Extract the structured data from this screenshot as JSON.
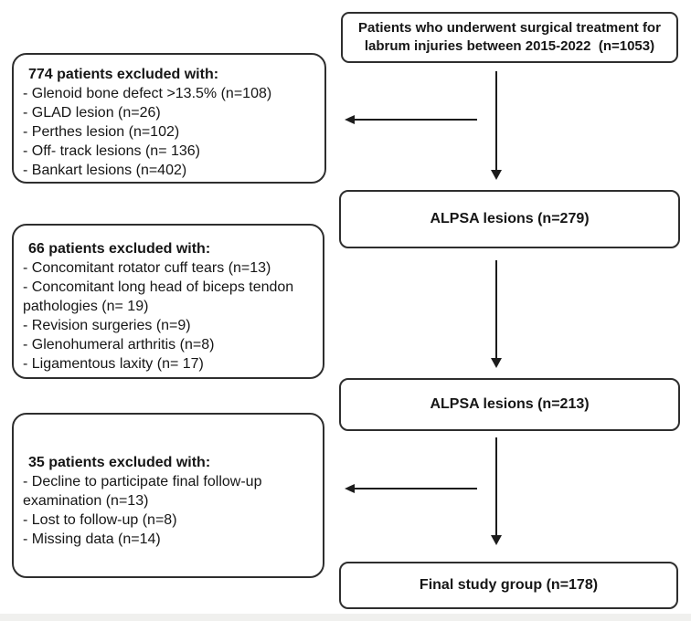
{
  "title_box": {
    "lines": [
      "Patients who underwent surgical treatment for",
      "labrum injuries between 2015-2022  (n=1053)"
    ]
  },
  "flow_boxes": [
    {
      "text": "ALPSA lesions (n=279)"
    },
    {
      "text": "ALPSA lesions (n=213)"
    },
    {
      "text": "Final study group (n=178)"
    }
  ],
  "exclusion_boxes": [
    {
      "header": "774 patients excluded with:",
      "items": [
        "- Glenoid bone defect >13.5% (n=108)",
        "- GLAD lesion (n=26)",
        "- Perthes lesion (n=102)",
        "- Off- track lesions (n= 136)",
        "- Bankart lesions (n=402)"
      ]
    },
    {
      "header": "66 patients excluded with:",
      "items": [
        "- Concomitant rotator cuff tears (n=13)",
        "- Concomitant long head of biceps tendon pathologies (n= 19)",
        "- Revision surgeries (n=9)",
        "- Glenohumeral arthritis (n=8)",
        "- Ligamentous laxity (n= 17)"
      ]
    },
    {
      "header": "35 patients excluded with:",
      "items": [
        "- Decline to participate final follow-up examination (n=13)",
        "- Lost to follow-up (n=8)",
        "- Missing data (n=14)"
      ]
    }
  ],
  "colors": {
    "border": "#2e2e2e",
    "text": "#161616",
    "arrow": "#1c1c1c",
    "background": "#ffffff"
  }
}
